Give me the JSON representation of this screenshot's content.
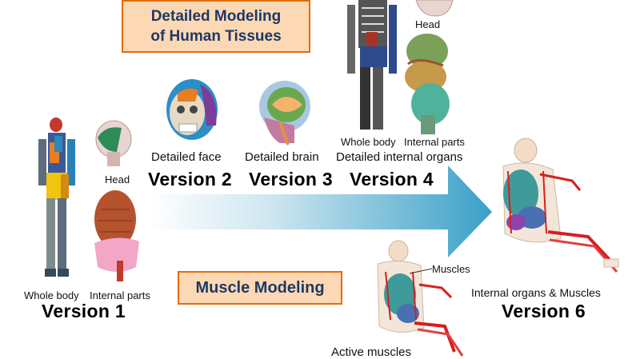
{
  "top_box": {
    "line1": "Detailed Modeling",
    "line2": "of Human Tissues"
  },
  "muscle_box": "Muscle Modeling",
  "versions": {
    "v1": {
      "label": "Version 1",
      "whole_body": "Whole body",
      "internal_parts": "Internal parts",
      "head": "Head"
    },
    "v2": {
      "label": "Version 2",
      "caption": "Detailed face"
    },
    "v3": {
      "label": "Version 3",
      "caption": "Detailed brain"
    },
    "v4": {
      "label": "Version 4",
      "caption": "Detailed internal organs",
      "whole_body": "Whole body",
      "internal_parts": "Internal parts",
      "head": "Head"
    },
    "v5": {
      "muscles": "Muscles",
      "active_muscles": "Active muscles"
    },
    "v6": {
      "label": "Version 6",
      "caption": "Internal organs & Muscles"
    }
  },
  "colors": {
    "arrow_start": "#ffffff",
    "arrow_end": "#3aa0c8",
    "box_fill": "#fcd9b4",
    "box_border": "#e46c0a",
    "box_text": "#1f3864",
    "muscle_red": "#d42020"
  }
}
